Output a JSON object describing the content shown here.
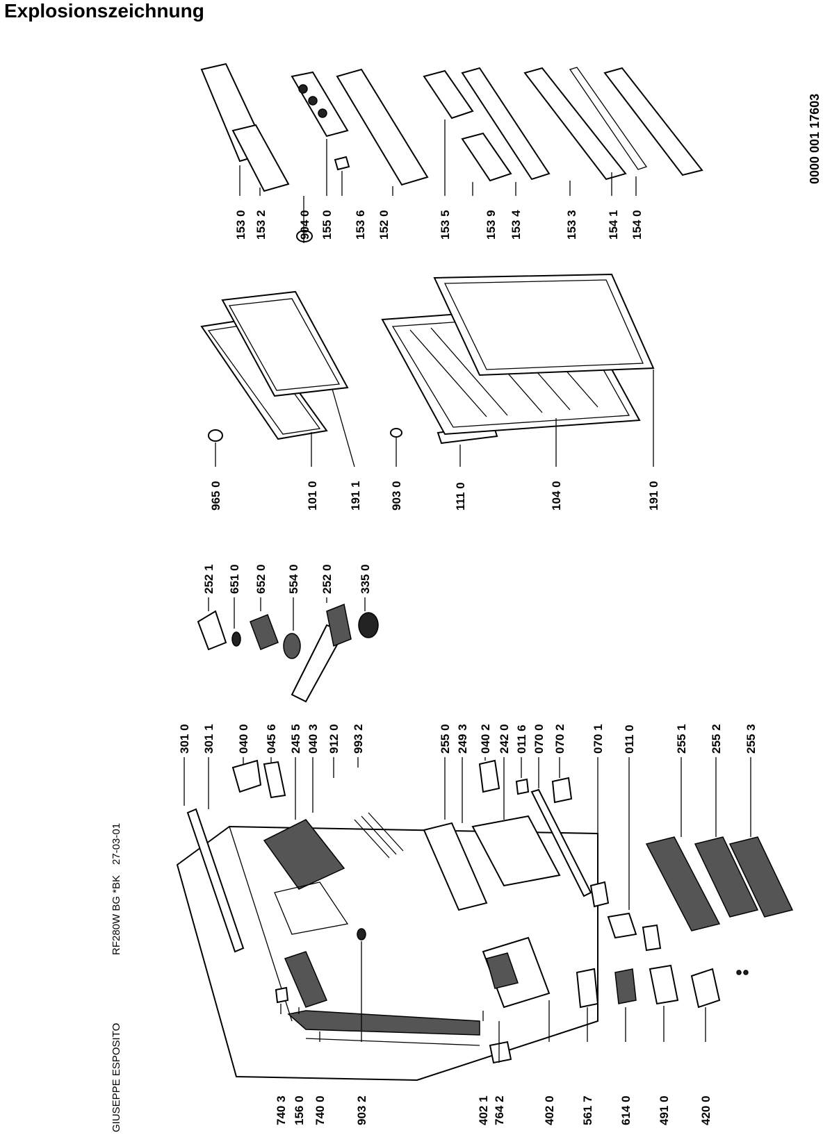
{
  "title": "Explosionszeichnung",
  "header": {
    "author": "GIUSEPPE ESPOSITO",
    "model": "RF280W BG *BK",
    "date": "27-03-01"
  },
  "document_number": "0000 001 17603",
  "part_labels": {
    "p1530": "153 0",
    "p1532": "153 2",
    "p9040": "904 0",
    "p1550": "155 0",
    "p1536": "153 6",
    "p1520": "152 0",
    "p1535": "153 5",
    "p1539": "153 9",
    "p1534": "153 4",
    "p1533": "153 3",
    "p1541": "154 1",
    "p1540": "154 0",
    "p9650": "965 0",
    "p1010": "101 0",
    "p1911": "191 1",
    "p9030": "903 0",
    "p1110": "111 0",
    "p1040": "104 0",
    "p1910": "191 0",
    "p2521": "252 1",
    "p6510": "651 0",
    "p6520": "652 0",
    "p5540": "554 0",
    "p2520": "252 0",
    "p3350": "335 0",
    "p3010": "301 0",
    "p3011": "301 1",
    "p0400": "040 0",
    "p0456": "045 6",
    "p2455": "245 5",
    "p0403": "040 3",
    "p9120": "912 0",
    "p9932": "993 2",
    "p2550": "255 0",
    "p2493": "249 3",
    "p0402": "040 2",
    "p2420": "242 0",
    "p0116": "011 6",
    "p0700": "070 0",
    "p0702": "070 2",
    "p0701": "070 1",
    "p0110": "011 0",
    "p2551": "255 1",
    "p2552": "255 2",
    "p2553": "255 3",
    "p7403": "740 3",
    "p1560": "156 0",
    "p7400": "740 0",
    "p9032": "903 2",
    "p4021": "402 1",
    "p7642": "764 2",
    "p4020": "402 0",
    "p5617": "561 7",
    "p6140": "614 0",
    "p4910": "491 0",
    "p4200": "420 0"
  }
}
